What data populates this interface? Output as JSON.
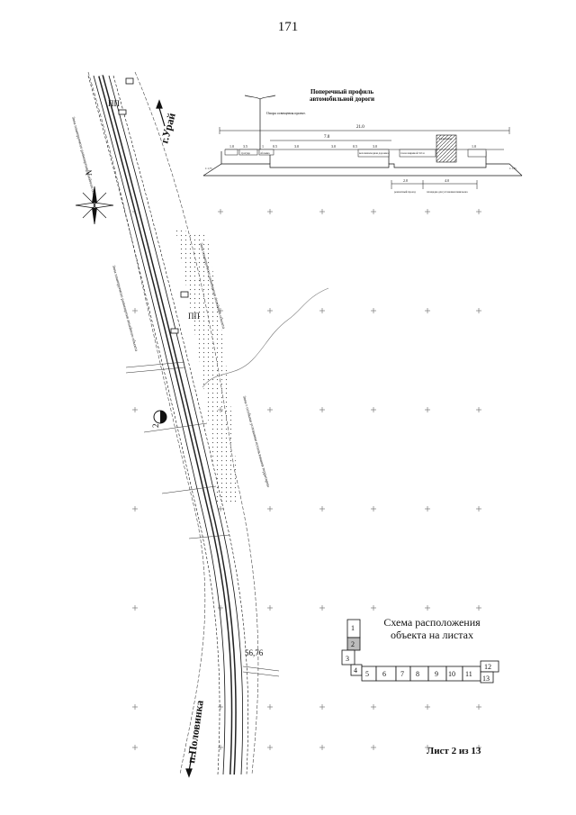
{
  "page_number": "171",
  "profile": {
    "title_line1": "Поперечный профиль",
    "title_line2": "автомобильной дороги",
    "support_label": "Опора освещения проект.",
    "total_width": "21.0",
    "carriageway": "7.0",
    "dims": [
      "1.0",
      "3.5",
      "1",
      "0.5",
      "3.0",
      "3.0",
      "0.5",
      "3.0",
      "1.0"
    ],
    "sidewalk": "тротуар",
    "verge": "обочина",
    "bikepath": "велопешеходная дорожка",
    "barrier": "ограждение",
    "green_label": "газон шириной 3.0 м",
    "lower_dims": [
      "2.0",
      "4.0"
    ],
    "slope_left": "1:1,75",
    "slope_right": "1:1,75",
    "note_left": "ремонтный проезд",
    "note_right": "площадка для установки павильона"
  },
  "map": {
    "town_urai": "г.Урай",
    "town_polovinka": "п.Половинка",
    "north": "N",
    "pp1": "ПП",
    "pp2": "ПП",
    "marker_num": "2",
    "elevation": "56,76",
    "zone_label_left1": "Зона планируемого размещения линейного объекта",
    "zone_label_left2": "Зона планируемого размещения линейного объекта",
    "zone_label_right1": "Зона планируемого размещения линейного объекта",
    "zone_label_right2": "Зона с особыми условиями использования территории"
  },
  "scheme": {
    "title_line1": "Схема расположения",
    "title_line2": "объекта на листах",
    "sheets": [
      "1",
      "2",
      "3",
      "4",
      "5",
      "6",
      "7",
      "8",
      "9",
      "10",
      "11",
      "12",
      "13"
    ]
  },
  "sheet_label": "Лист 2 из 13"
}
